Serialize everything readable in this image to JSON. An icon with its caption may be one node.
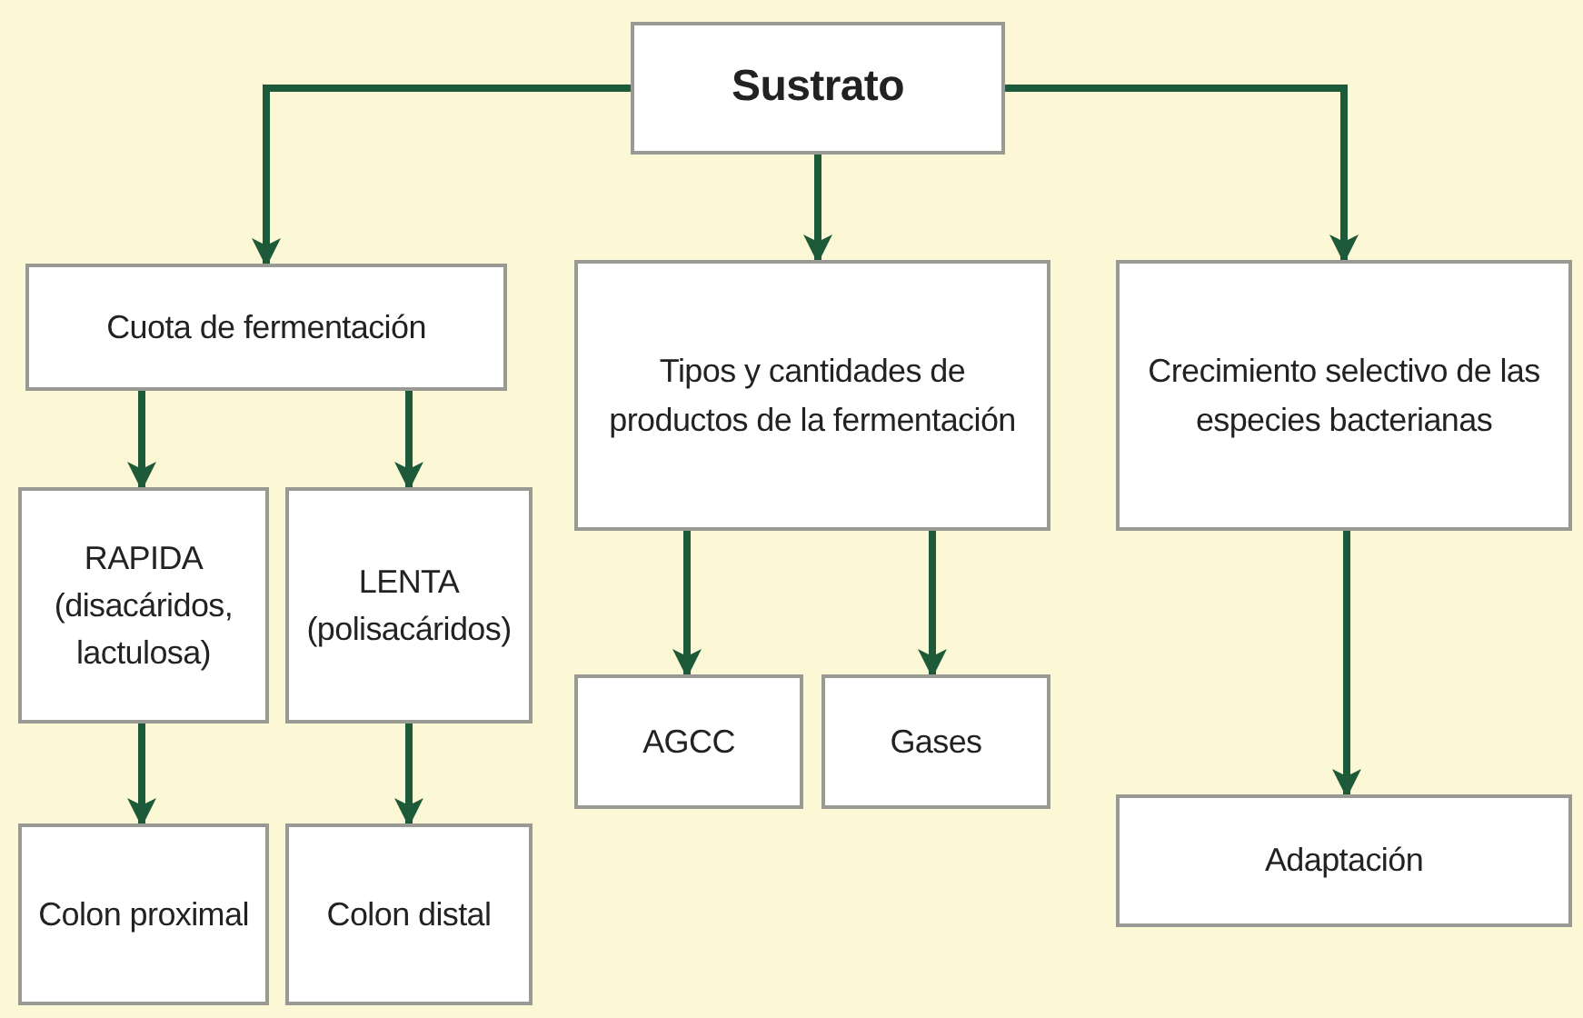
{
  "diagram": {
    "nodes": [
      {
        "text": [
          "Sustrato"
        ]
      },
      {
        "text": [
          "Cuota de fermentación"
        ]
      },
      {
        "text": [
          "Tipos y cantidades de productos de la fermentación"
        ]
      },
      {
        "text": [
          "Crecimiento selectivo de las especies bacterianas"
        ]
      },
      {
        "text": [
          "RAPIDA",
          "(disacáridos, lactulosa)"
        ]
      },
      {
        "text": [
          "LENTA",
          "(polisacáridos)"
        ]
      },
      {
        "text": [
          "AGCC"
        ]
      },
      {
        "text": [
          "Gases"
        ]
      },
      {
        "text": [
          "Adaptación"
        ]
      },
      {
        "text": [
          "Colon proximal"
        ]
      },
      {
        "text": [
          "Colon distal"
        ]
      }
    ],
    "edges": [
      {
        "from": 0,
        "to": 1,
        "arrow": "to"
      },
      {
        "from": 0,
        "to": 2,
        "arrow": "to"
      },
      {
        "from": 0,
        "to": 3,
        "arrow": "to"
      },
      {
        "from": 1,
        "to": 4,
        "arrow": "to"
      },
      {
        "from": 1,
        "to": 5,
        "arrow": "to"
      },
      {
        "from": 2,
        "to": 6,
        "arrow": "to"
      },
      {
        "from": 2,
        "to": 7,
        "arrow": "to"
      },
      {
        "from": 3,
        "to": 8,
        "arrow": "to"
      },
      {
        "from": 4,
        "to": 9,
        "arrow": "to"
      },
      {
        "from": 5,
        "to": 10,
        "arrow": "to"
      }
    ]
  }
}
